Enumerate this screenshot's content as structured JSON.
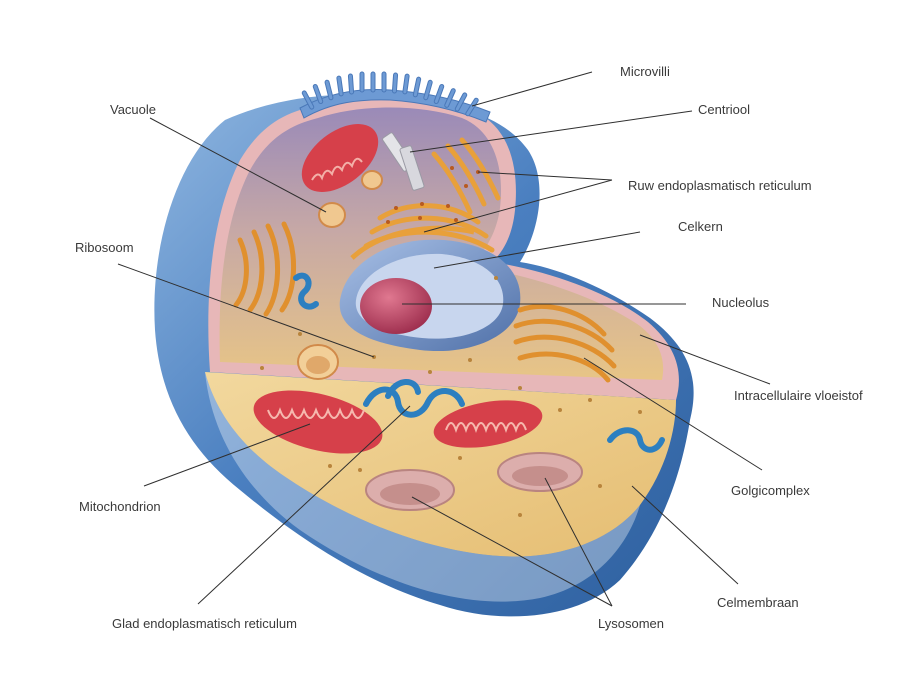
{
  "diagram": {
    "labels": {
      "microvilli": "Microvilli",
      "centriool": "Centriool",
      "vacuole": "Vacuole",
      "ruw_er": "Ruw endoplasmatisch reticulum",
      "celkern": "Celkern",
      "ribosoom": "Ribosoom",
      "nucleolus": "Nucleolus",
      "intracellulaire_vloeistof": "Intracellulaire vloeistof",
      "mitochondrion": "Mitochondrion",
      "golgicomplex": "Golgicomplex",
      "celmembraan": "Celmembraan",
      "glad_er": "Glad endoplasmatisch reticulum",
      "lysosomen": "Lysosomen"
    },
    "colors": {
      "membrane_blue": "#3f74b6",
      "membrane_light": "#8fb6e0",
      "cytoplasm": "#e9c680",
      "cytoplasm_light": "#f4dca3",
      "interior_top": "#b49ab8",
      "mitochondria": "#d6404a",
      "golgi": "#e0902e",
      "smooth_er": "#2c7fc0",
      "nucleus_shell": "#6f8fc2",
      "nucleolus": "#b43a5a",
      "lysosome": "#d5a2a0",
      "leader": "#2f2f2f",
      "text": "#3a3a3a"
    }
  }
}
